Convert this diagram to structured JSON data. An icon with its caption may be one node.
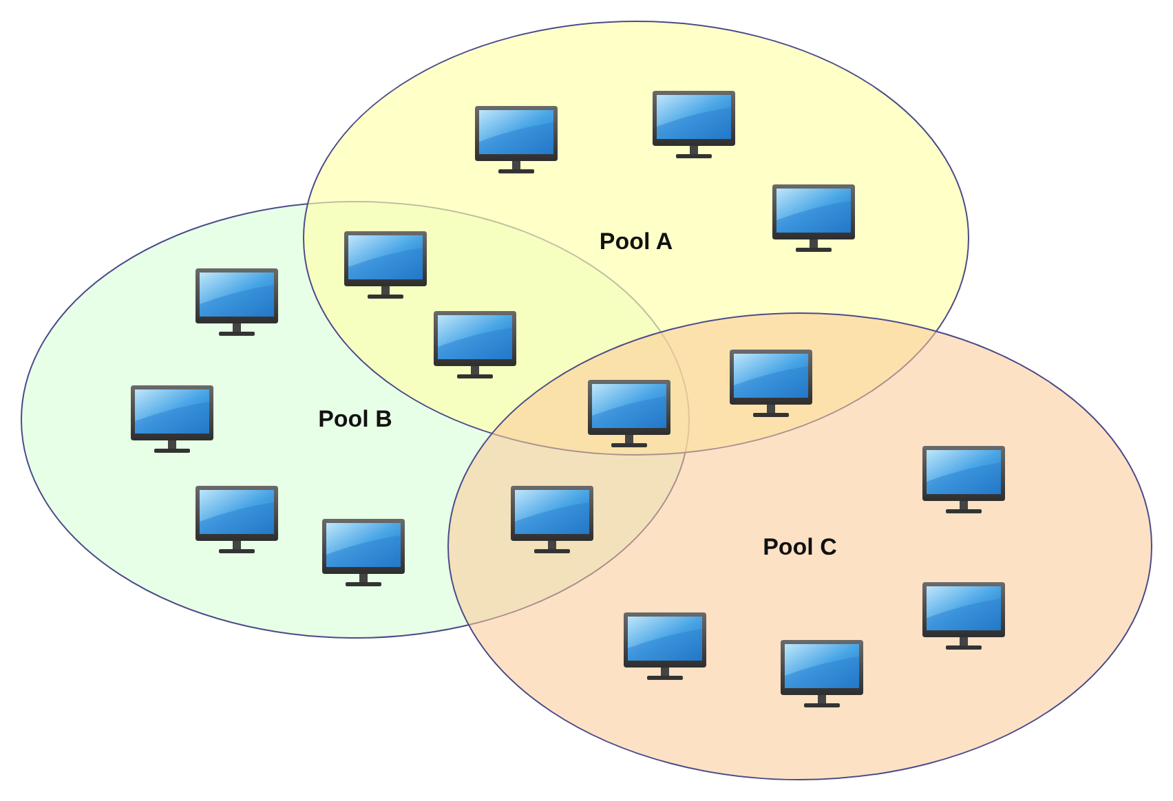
{
  "diagram": {
    "nodes": [
      {
        "text": [
          "Pool A"
        ]
      },
      {
        "text": [
          "Pool B"
        ]
      },
      {
        "text": [
          "Pool C"
        ]
      }
    ],
    "edges": []
  }
}
